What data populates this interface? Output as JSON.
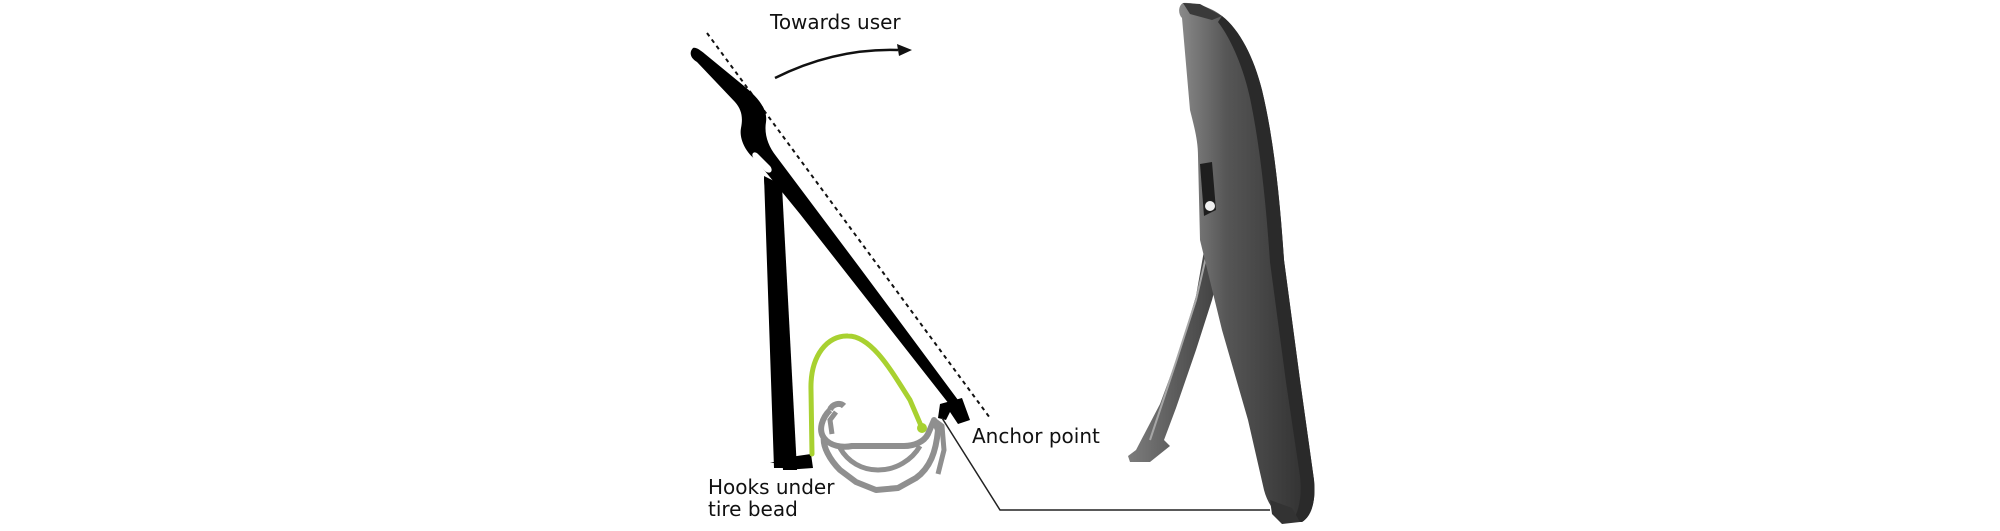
{
  "labels": {
    "towards_user": "Towards user",
    "anchor_point": "Anchor point",
    "hooks_line1": "Hooks under",
    "hooks_line2": "tire bead"
  },
  "colors": {
    "lever_black": "#000000",
    "rim_gray": "#8f8f8f",
    "tire_green": "#a8d130",
    "photo_dark": "#3a3a3a",
    "photo_mid": "#565656",
    "photo_light": "#8a8a8a",
    "callout_line": "#222222"
  }
}
